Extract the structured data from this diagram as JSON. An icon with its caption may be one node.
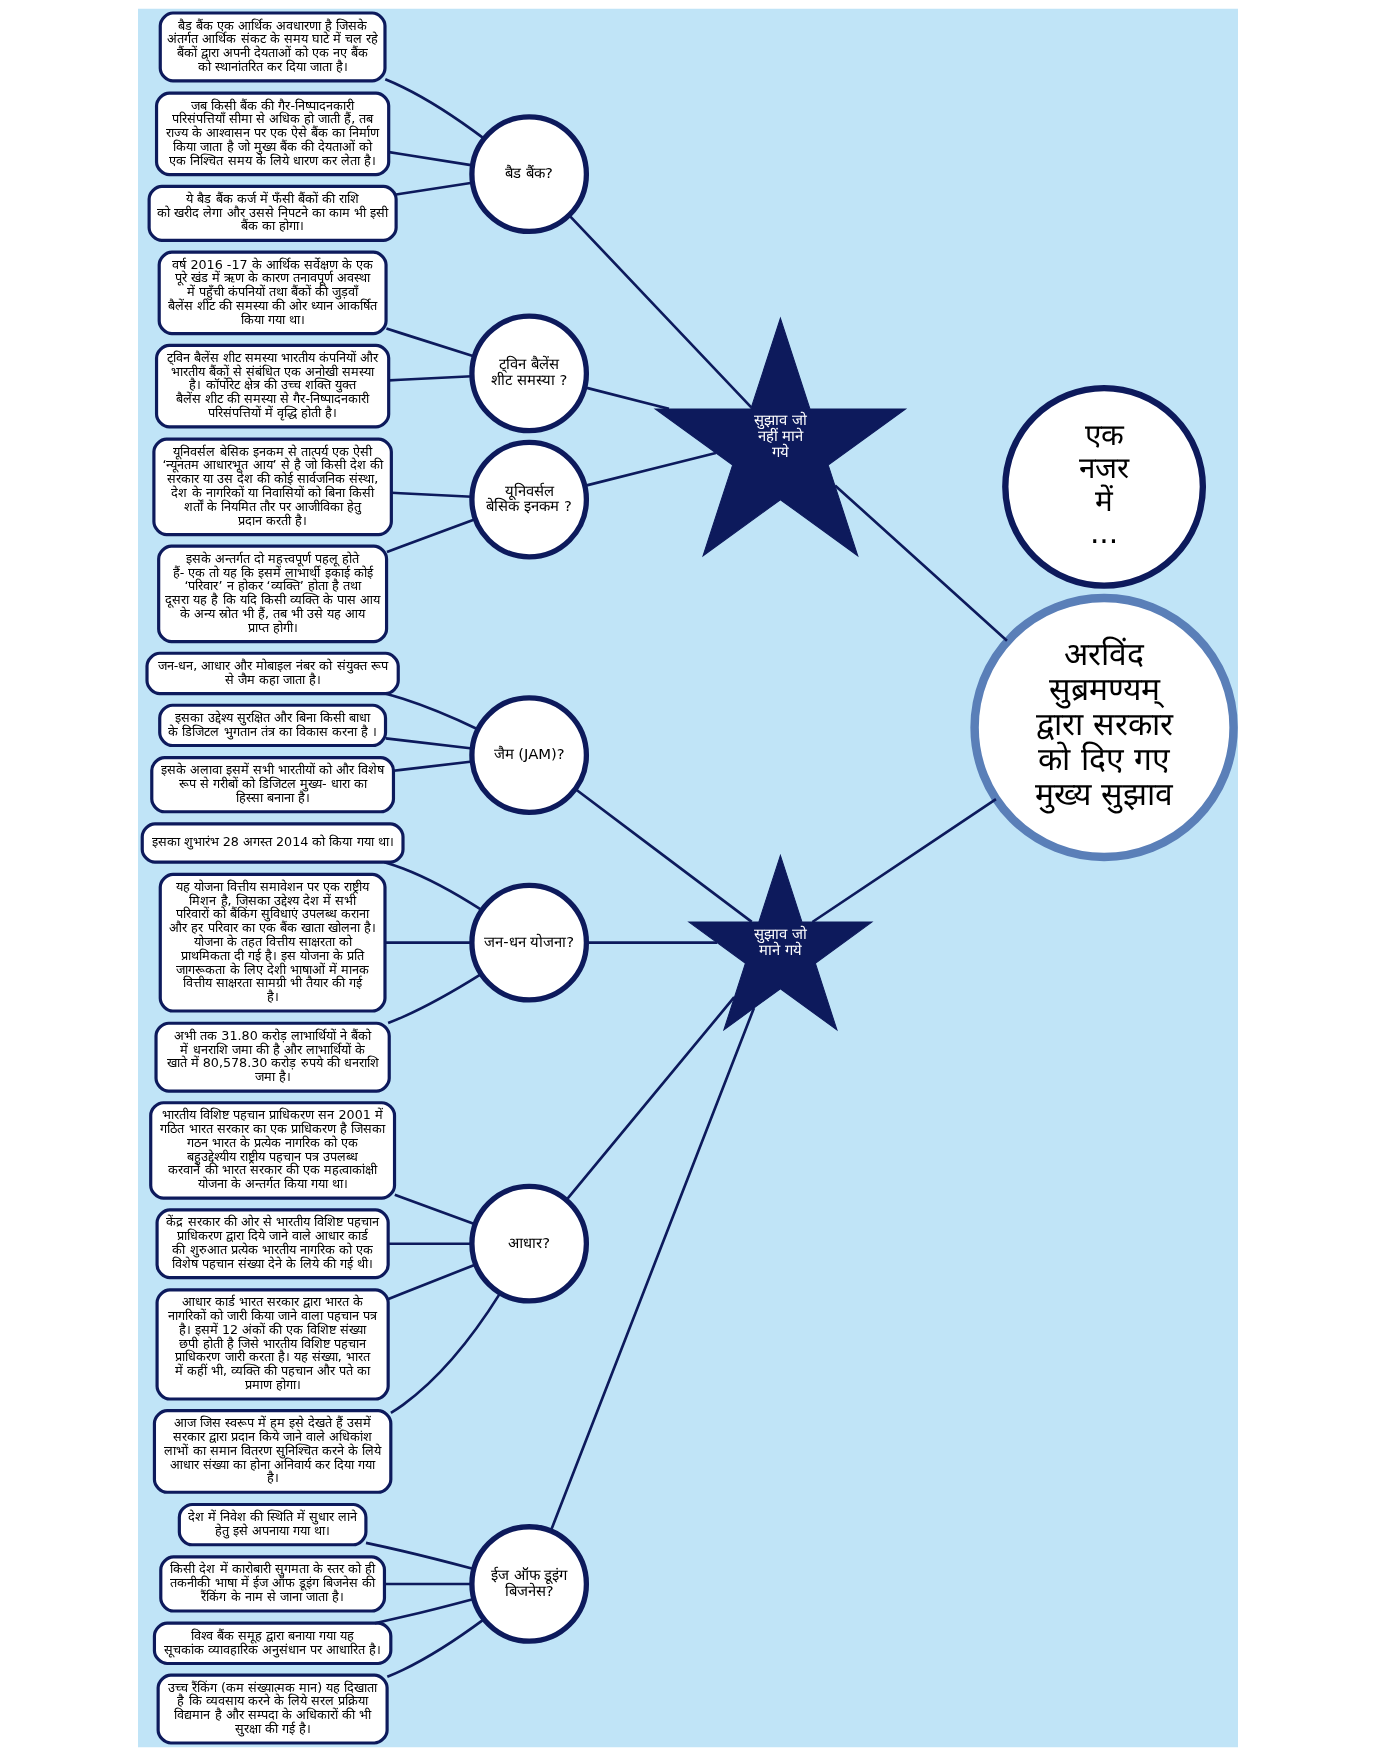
{
  "diagram": {
    "nodes": [
      {
        "text": [
          "वर्ष 2016 -17 के आर्थिक सर्वेक्षण के एक पूरे खंड में ऋण के कारण तनावपूर्ण अवस्था में पहुँची कंपनियों तथा बैंकों की जुड़वाँ बैलेंस शीट की समस्या की ओर ध्यान आकर्षित किया गया था।"
        ]
      },
      {
        "text": [
          "बैड बैंक एक आर्थिक अवधारणा है जिसके अंतर्गत आर्थिक संकट के समय घाटे में चल रहे बैंकों द्वारा अपनी देयताओं को एक नए बैंक को स्थानांतरित कर दिया जाता है।"
        ]
      },
      {
        "text": [
          "जब किसी बैंक की गैर-निष्पादनकारी परिसंपत्तियाँ सीमा से अधिक हो जाती हैं, तब राज्य के आश्वासन पर एक ऐसे बैंक का निर्माण किया जाता है जो मुख्य बैंक की देयताओं को एक निश्चित समय के लिये धारण कर लेता है।"
        ]
      },
      {
        "text": [
          "ये बैड बैंक कर्ज में फँसी बैंकों की राशि को खरीद लेगा और उससे निपटने का काम भी इसी बैंक का होगा।"
        ]
      },
      {
        "text": [
          "एक नजर में ..."
        ]
      },
      {
        "text": [
          "ट्विन बैलेंस शीट समस्या भारतीय कंपनियों और भारतीय बैंकों से संबंधित एक अनोखी समस्या है। कॉर्पोरेट क्षेत्र की उच्च शक्ति युक्त बैलेंस शीट की समस्या से गैर-निष्पादनकारी परिसंपत्तियों में वृद्धि होती है।"
        ]
      },
      {
        "text": [
          "बैड बैंक?"
        ]
      },
      {
        "text": [
          "यूनिवर्सल बेसिक इनकम से तात्पर्य एक ऐसी ‘न्यूनतम आधारभूत आय’ से है जो किसी देश की सरकार या उस देश की कोई सार्वजनिक संस्था, देश के नागरिकों या निवासियों को बिना किसी शर्तों के नियमित तौर पर आजीविका हेतु प्रदान करती है।"
        ]
      },
      {
        "text": [
          "ट्विन बैलेंस शीट समस्या ?"
        ]
      },
      {
        "text": [
          "सुझाव जो नहीं माने गये"
        ]
      },
      {
        "text": [
          "इसके अन्तर्गत दो महत्त्वपूर्ण पहलू होते हैं- एक तो यह कि इसमें लाभार्थी इकाई कोई ‘परिवार’ न होकर ‘व्यक्ति’ होता है तथा दूसरा यह है कि यदि किसी व्यक्ति के पास आय के अन्य स्रोत भी हैं, तब भी उसे यह आय प्राप्त होगी।"
        ]
      },
      {
        "text": [
          "यूनिवर्सल बेसिक इनकम ?"
        ]
      },
      {
        "text": [
          "जन-धन, आधार और मोबाइल नंबर को संयुक्त रूप से जैम कहा जाता है।"
        ]
      },
      {
        "text": [
          "अरविंद सुब्रमण्यम् द्वारा सरकार को दिए गए मुख्य सुझाव"
        ]
      },
      {
        "text": [
          "इसका उद्देश्य सुरक्षित और बिना किसी बाधा के डिजिटल भुगतान तंत्र का विकास करना है ।"
        ]
      },
      {
        "text": [
          "इसके अलावा इसमें सभी भारतीयों को और विशेष रूप से गरीबों को डिजिटल मुख्य- धारा का हिस्सा बनाना है।"
        ]
      },
      {
        "text": [
          "इसका शुभारंभ 28 अगस्त 2014 को किया गया था।"
        ]
      },
      {
        "text": [
          "जैम (JAM)?"
        ]
      },
      {
        "text": [
          "यह योजना वित्तीय समावेशन पर एक राष्ट्रीय मिशन है, जिसका उद्देश्य देश में सभी परिवारों को बैंकिंग सुविधाएं उपलब्ध कराना और हर परिवार का एक बैंक खाता खोलना है। योजना के तहत वित्तीय साक्षरता को प्राथमिकता दी गई है। इस योजना के प्रति जागरूकता के लिए देशी भाषाओं में मानक वित्तीय साक्षरता सामग्री भी तैयार की गई है।"
        ]
      },
      {
        "text": [
          "अभी तक 31.80 करोड़ लाभार्थियों ने बैंको में धनराशि जमा की है और लाभार्थियों के खाते में 80,578.30 करोड़ रुपये की धनराशि जमा है।"
        ]
      },
      {
        "text": [
          "सुझाव जो माने गये"
        ]
      },
      {
        "text": [
          "जन-धन योजना?"
        ]
      },
      {
        "text": [
          "भारतीय विशिष्ट पहचान प्राधिकरण सन 2001 में गठित भारत सरकार का एक प्राधिकरण है जिसका गठन भारत के प्रत्येक नागरिक को एक बहुउद्देश्यीय राष्ट्रीय पहचान पत्र उपलब्ध करवाने की भारत सरकार की एक महत्वाकांक्षी योजना के अन्तर्गत किया गया था।"
        ]
      },
      {
        "text": [
          "केंद्र सरकार की ओर से भारतीय विशिष्ट पहचान प्राधिकरण द्वारा दिये जाने वाले आधार कार्ड की शुरुआत प्रत्येक भारतीय नागरिक को एक विशेष पहचान संख्या देने के लिये की गई थी।"
        ]
      },
      {
        "text": [
          "आधार?"
        ]
      },
      {
        "text": [
          "आधार कार्ड भारत सरकार द्वारा भारत के नागरिकों को जारी किया जाने वाला पहचान पत्र है। इसमें 12 अंकों की एक विशिष्ट संख्या छपी होती है जिसे भारतीय विशिष्ट पहचान प्राधिकरण जारी करता है। यह संख्या, भारत में कहीं भी, व्यक्ति की पहचान और पते का प्रमाण होगा।"
        ]
      },
      {
        "text": [
          "ईज ऑफ डूइंग बिजनेस?"
        ]
      },
      {
        "text": [
          "आज जिस स्वरूप में हम इसे देखते हैं उसमें सरकार द्वारा प्रदान किये जाने वाले अधिकांश लाभों का समान वितरण सुनिश्चित करने के लिये आधार संख्या का होना अनिवार्य कर दिया गया है।"
        ]
      },
      {
        "text": [
          "देश में निवेश की स्थिति में सुधार लाने हेतु इसे अपनाया गया था।"
        ]
      },
      {
        "text": [
          "किसी देश में कारोबारी सुगमता के स्तर को ही तकनीकी भाषा में ईज ऑफ डूइंग बिजनेस की रैंकिंग के नाम से जाना जाता है।"
        ]
      },
      {
        "text": [
          "विश्व बैंक समूह द्वारा बनाया गया यह सूचकांक व्यावहारिक अनुसंधान पर आधारित है।"
        ]
      },
      {
        "text": [
          "उच्च रैंकिंग (कम संख्यात्मक मान) यह दिखाता है कि व्यवसाय करने के लिये सरल प्रक्रिया विद्यमान है और सम्पदा के अधिकारों की भी सुरक्षा की गई है।"
        ]
      }
    ],
    "edges": [
      {
        "from": 13,
        "to": 9,
        "arrow": "none"
      },
      {
        "from": 13,
        "to": 20,
        "arrow": "none"
      },
      {
        "from": 9,
        "to": 6,
        "arrow": "none"
      },
      {
        "from": 9,
        "to": 8,
        "arrow": "none"
      },
      {
        "from": 9,
        "to": 11,
        "arrow": "none"
      },
      {
        "from": 20,
        "to": 17,
        "arrow": "none"
      },
      {
        "from": 20,
        "to": 21,
        "arrow": "none"
      },
      {
        "from": 20,
        "to": 24,
        "arrow": "none"
      },
      {
        "from": 20,
        "to": 26,
        "arrow": "none"
      },
      {
        "from": 6,
        "to": 1,
        "arrow": "none"
      },
      {
        "from": 6,
        "to": 2,
        "arrow": "none"
      },
      {
        "from": 6,
        "to": 3,
        "arrow": "none"
      },
      {
        "from": 8,
        "to": 0,
        "arrow": "none"
      },
      {
        "from": 8,
        "to": 5,
        "arrow": "none"
      },
      {
        "from": 11,
        "to": 7,
        "arrow": "none"
      },
      {
        "from": 11,
        "to": 10,
        "arrow": "none"
      },
      {
        "from": 17,
        "to": 12,
        "arrow": "none"
      },
      {
        "from": 17,
        "to": 14,
        "arrow": "none"
      },
      {
        "from": 17,
        "to": 15,
        "arrow": "none"
      },
      {
        "from": 21,
        "to": 16,
        "arrow": "none"
      },
      {
        "from": 21,
        "to": 18,
        "arrow": "none"
      },
      {
        "from": 21,
        "to": 19,
        "arrow": "none"
      },
      {
        "from": 24,
        "to": 22,
        "arrow": "none"
      },
      {
        "from": 24,
        "to": 23,
        "arrow": "none"
      },
      {
        "from": 24,
        "to": 25,
        "arrow": "none"
      },
      {
        "from": 24,
        "to": 27,
        "arrow": "none"
      },
      {
        "from": 26,
        "to": 28,
        "arrow": "none"
      },
      {
        "from": 26,
        "to": 29,
        "arrow": "none"
      },
      {
        "from": 26,
        "to": 30,
        "arrow": "none"
      },
      {
        "from": 26,
        "to": 31,
        "arrow": "none"
      }
    ]
  }
}
